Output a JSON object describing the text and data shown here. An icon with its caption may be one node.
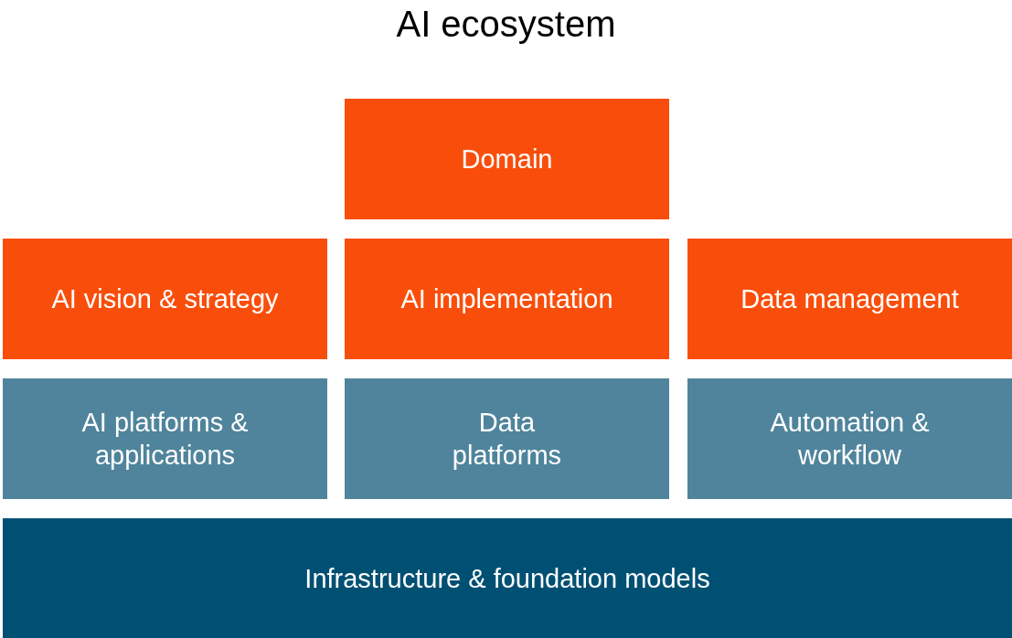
{
  "diagram": {
    "title": "AI ecosystem",
    "nodes": [
      {
        "text": [
          "Domain"
        ]
      },
      {
        "text": [
          "AI vision & strategy"
        ]
      },
      {
        "text": [
          "AI implementation"
        ]
      },
      {
        "text": [
          "Data management"
        ]
      },
      {
        "text": [
          "AI platforms & applications"
        ]
      },
      {
        "text": [
          "Data platforms"
        ]
      },
      {
        "text": [
          "Automation & workflow"
        ]
      },
      {
        "text": [
          "Infrastructure & foundation models"
        ]
      }
    ]
  }
}
